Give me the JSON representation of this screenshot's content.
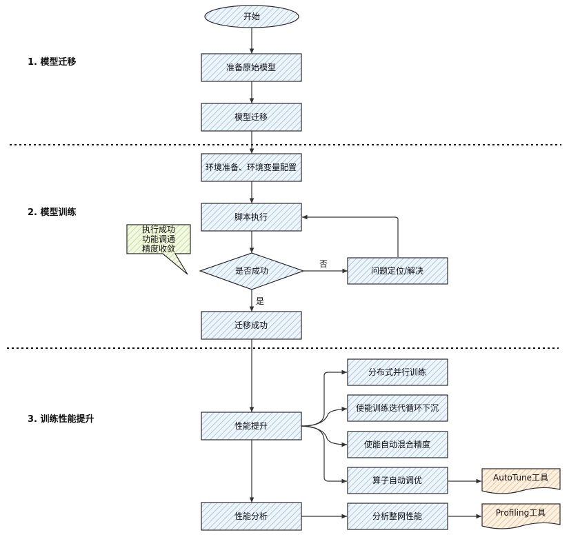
{
  "sections": [
    {
      "id": "sec-1",
      "label": "1. 模型迁移"
    },
    {
      "id": "sec-2",
      "label": "2. 模型训练"
    },
    {
      "id": "sec-3",
      "label": "3. 训练性能提升"
    }
  ],
  "nodes": {
    "start": "开始",
    "prepare": "准备原始模型",
    "migrate": "模型迁移",
    "env": "环境准备、环境变量配置",
    "run": "脚本执行",
    "decision": "是否成功",
    "debug": "问题定位/解决",
    "success": "迁移成功",
    "perf_up": "性能提升",
    "dist": "分布式并行训练",
    "sink": "使能训练迭代循环下沉",
    "amp": "使能自动混合精度",
    "tune": "算子自动调优",
    "autotune": "AutoTune工具",
    "perf_an": "性能分析",
    "net_an": "分析整网性能",
    "profiling": "Profiling工具"
  },
  "edge_labels": {
    "no": "否",
    "yes": "是"
  },
  "callout": {
    "lines": [
      "执行成功",
      "功能调通",
      "精度收敛"
    ]
  },
  "colors": {
    "box_fill": "#dbe9f6",
    "box_stroke": "#2b2b2b",
    "callout_fill": "#e8f3cc",
    "tool_fill": "#fbe3c8"
  }
}
